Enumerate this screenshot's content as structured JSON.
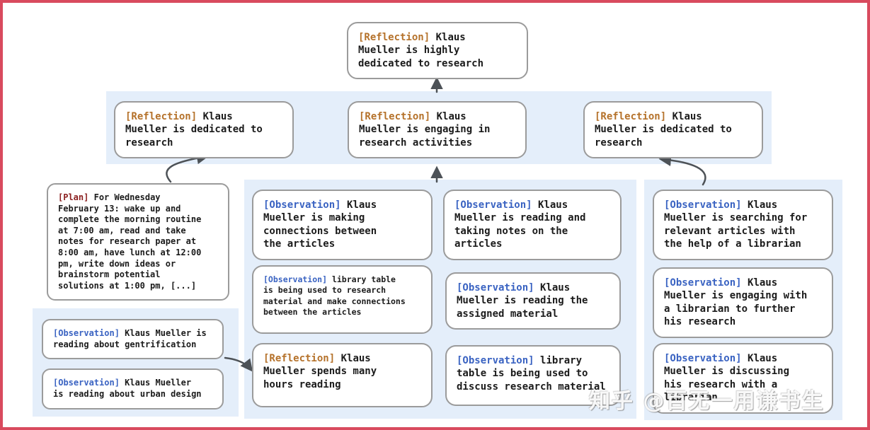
{
  "colors": {
    "frame_red": "#d94a5e",
    "band_blue": "#e4eefa",
    "node_border": "#9b9b9b",
    "reflection_tag": "#b5722b",
    "observation_tag": "#3a63c2",
    "plan_tag": "#8b1f1f",
    "arrow": "#4d5257",
    "text": "#1b1b1b"
  },
  "watermark": {
    "text": "知乎 @百无一用谦书生"
  },
  "nodes": {
    "top": {
      "tag": "[Reflection]",
      "text": "Klaus\nMueller is highly\ndedicated to research"
    },
    "ref_left": {
      "tag": "[Reflection]",
      "text": "Klaus\nMueller is dedicated to\nresearch"
    },
    "ref_mid": {
      "tag": "[Reflection]",
      "text": "Klaus\nMueller is engaging in\nresearch activities"
    },
    "ref_right": {
      "tag": "[Reflection]",
      "text": "Klaus\nMueller is dedicated to\nresearch"
    },
    "plan": {
      "tag": "[Plan]",
      "text": "For Wednesday\nFebruary 13: wake up and\ncomplete the morning routine\nat 7:00 am, read and take\nnotes for research paper at\n8:00 am, have lunch at 12:00\npm, write down ideas or\nbrainstorm potential\nsolutions at 1:00 pm, [...]"
    },
    "obs_gentrification": {
      "tag": "[Observation]",
      "text": "Klaus Mueller is\nreading about gentrification"
    },
    "obs_urban": {
      "tag": "[Observation]",
      "text": "Klaus Mueller\nis reading about urban design"
    },
    "obs_connections": {
      "tag": "[Observation]",
      "text": "Klaus\nMueller is making\nconnections between\nthe articles"
    },
    "obs_library_research": {
      "tag": "[Observation]",
      "text": "library table\nis being used to research\nmaterial and make connections\nbetween the articles"
    },
    "ref_hours": {
      "tag": "[Reflection]",
      "text": "Klaus\nMueller spends many\nhours reading"
    },
    "obs_notes": {
      "tag": "[Observation]",
      "text": "Klaus\nMueller is reading and\ntaking notes on the\narticles"
    },
    "obs_assigned": {
      "tag": "[Observation]",
      "text": "Klaus\nMueller is reading the\nassigned material"
    },
    "obs_library_discuss": {
      "tag": "[Observation]",
      "text": "library\ntable is being used to\ndiscuss research material"
    },
    "obs_searching": {
      "tag": "[Observation]",
      "text": "Klaus\nMueller is searching for\nrelevant articles with\nthe help of a librarian"
    },
    "obs_engaging": {
      "tag": "[Observation]",
      "text": "Klaus\nMueller is engaging with\na librarian to further\nhis research"
    },
    "obs_discussing": {
      "tag": "[Observation]",
      "text": "Klaus\nMueller is discussing\nhis research with a\nlibrarian"
    }
  }
}
